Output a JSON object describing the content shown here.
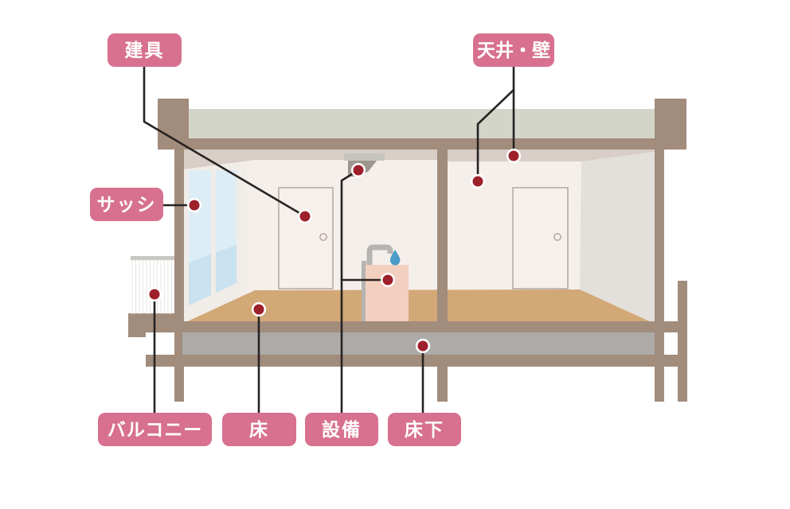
{
  "diagram": {
    "description": "house-cross-section-callout-diagram",
    "labels": {
      "tategu": {
        "text": "建具",
        "dot_count": 1
      },
      "tenjokabe": {
        "text": "天井・壁",
        "dot_count": 2
      },
      "sash": {
        "text": "サッシ",
        "dot_count": 1
      },
      "balcony": {
        "text": "バルコニー",
        "dot_count": 1
      },
      "yuka": {
        "text": "床",
        "dot_count": 1
      },
      "setsubi": {
        "text": "設備",
        "dot_count": 2
      },
      "yukashita": {
        "text": "床下",
        "dot_count": 1
      }
    },
    "palette": {
      "label_bg": "#d7718f",
      "label_text": "#ffffff",
      "callout_dot_red": "#9e202b",
      "callout_dot_ring": "#ffffff",
      "callout_line": "#272323",
      "wood_taupe": "#a28c7c",
      "roof_slab_green_gray": "#d3d5c9",
      "foundation_gray": "#acaba8",
      "floor_tan": "#d2a877",
      "interior_wall": "#f5efec",
      "ceiling_band": "#d8cdc7",
      "end_wall_gray": "#e3dfdb",
      "window_glass": "#c9e2f0",
      "window_glass_highlight": "#dcedf6",
      "window_frame": "#f0ece7",
      "sink_peach": "#f3cfc0",
      "metal_gray": "#b5b4b0",
      "fixture_dark_gray": "#9c968e",
      "fixture_plate_gray": "#c7c4bf",
      "railing_rail_gray": "#c8c6c2",
      "water_drop_blue": "#4a9cc7"
    }
  }
}
